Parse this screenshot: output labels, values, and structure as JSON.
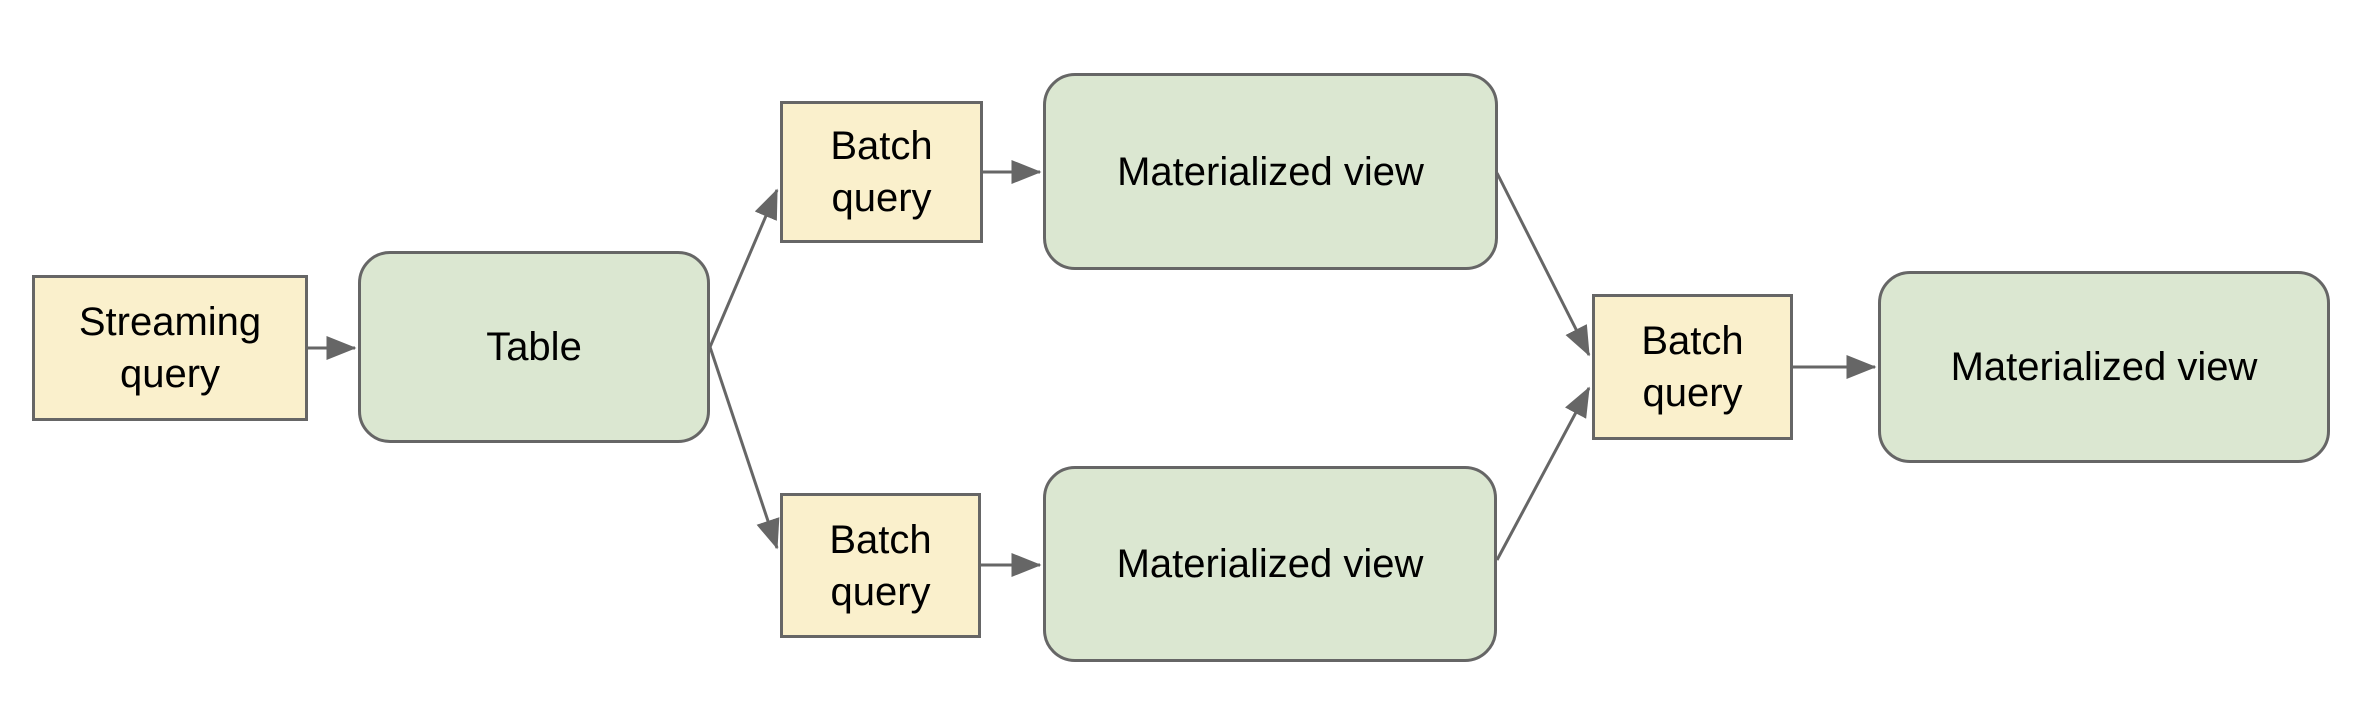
{
  "diagram": {
    "colors": {
      "background": "#FFFFFF",
      "query_fill": "#FAF0CC",
      "store_fill": "#DBE7D1",
      "stroke": "#666666",
      "text": "#000000"
    },
    "nodes": {
      "streaming_query": {
        "label": "Streaming query",
        "kind": "query"
      },
      "table": {
        "label": "Table",
        "kind": "store"
      },
      "batch_query_top": {
        "label": "Batch query",
        "kind": "query"
      },
      "mv_top": {
        "label": "Materialized view",
        "kind": "store"
      },
      "batch_query_bottom": {
        "label": "Batch query",
        "kind": "query"
      },
      "mv_bottom": {
        "label": "Materialized view",
        "kind": "store"
      },
      "batch_query_right": {
        "label": "Batch query",
        "kind": "query"
      },
      "mv_final": {
        "label": "Materialized view",
        "kind": "store"
      }
    },
    "edges": [
      {
        "from": "streaming_query",
        "to": "table"
      },
      {
        "from": "table",
        "to": "batch_query_top"
      },
      {
        "from": "batch_query_top",
        "to": "mv_top"
      },
      {
        "from": "table",
        "to": "batch_query_bottom"
      },
      {
        "from": "batch_query_bottom",
        "to": "mv_bottom"
      },
      {
        "from": "mv_top",
        "to": "batch_query_right"
      },
      {
        "from": "mv_bottom",
        "to": "batch_query_right"
      },
      {
        "from": "batch_query_right",
        "to": "mv_final"
      }
    ]
  }
}
